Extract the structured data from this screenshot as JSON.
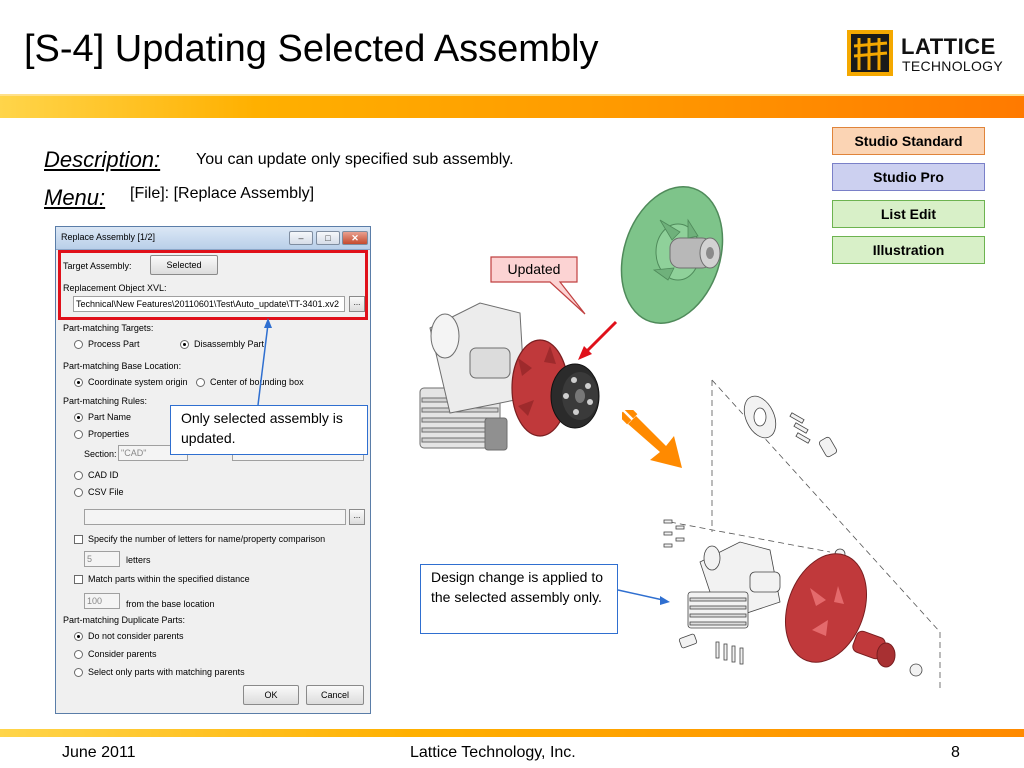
{
  "slide": {
    "title": "[S-4] Updating Selected Assembly",
    "logo_word": "LATTICE",
    "logo_sub": "TECHNOLOGY",
    "description_label": "Description:",
    "description_text": "You can update only specified sub assembly.",
    "menu_label": "Menu:",
    "menu_text": "[File]: [Replace Assembly]"
  },
  "editions": [
    "Studio Standard",
    "Studio Pro",
    "List Edit",
    "Illustration"
  ],
  "dialog": {
    "title": "Replace Assembly [1/2]",
    "minimize": "–",
    "maximize": "□",
    "close": "✕",
    "target_assembly_label": "Target Assembly:",
    "target_assembly_button": "Selected",
    "replacement_label": "Replacement Object XVL:",
    "replacement_path": "Technical\\New Features\\20110601\\Test\\Auto_update\\TT-3401.xv2",
    "browse": "...",
    "targets_label": "Part-matching Targets:",
    "targets": [
      "Process Part",
      "Disassembly Part"
    ],
    "base_label": "Part-matching Base Location:",
    "base": [
      "Coordinate system origin",
      "Center of bounding box"
    ],
    "rules_label": "Part-matching Rules:",
    "rule_part_name": "Part Name",
    "rule_properties": "Properties",
    "section_label": "Section:",
    "section_value": "\"CAD\"",
    "rule_cad_id": "CAD ID",
    "rule_csv": "CSV File",
    "specify_letters": "Specify the number of letters for name/property comparison",
    "letters_value": "5",
    "letters_unit": "letters",
    "match_distance": "Match parts within the specified distance",
    "distance_value": "100",
    "distance_unit": "from the base location",
    "duplicates_label": "Part-matching Duplicate Parts:",
    "duplicates": [
      "Do not consider parents",
      "Consider parents",
      "Select only parts with matching parents"
    ],
    "ok": "OK",
    "cancel": "Cancel"
  },
  "callouts": {
    "updated": "Updated",
    "only_selected": "Only selected assembly is updated.",
    "design_change": "Design change is applied to the selected assembly only."
  },
  "footer": {
    "date": "June 2011",
    "company": "Lattice Technology, Inc.",
    "page": "8"
  },
  "colors": {
    "accent_orange": "#ff8a00",
    "highlight_red": "#e0101a",
    "callout_blue": "#2f6fd0",
    "part_green": "#7ec48a",
    "part_red": "#c0393b"
  }
}
